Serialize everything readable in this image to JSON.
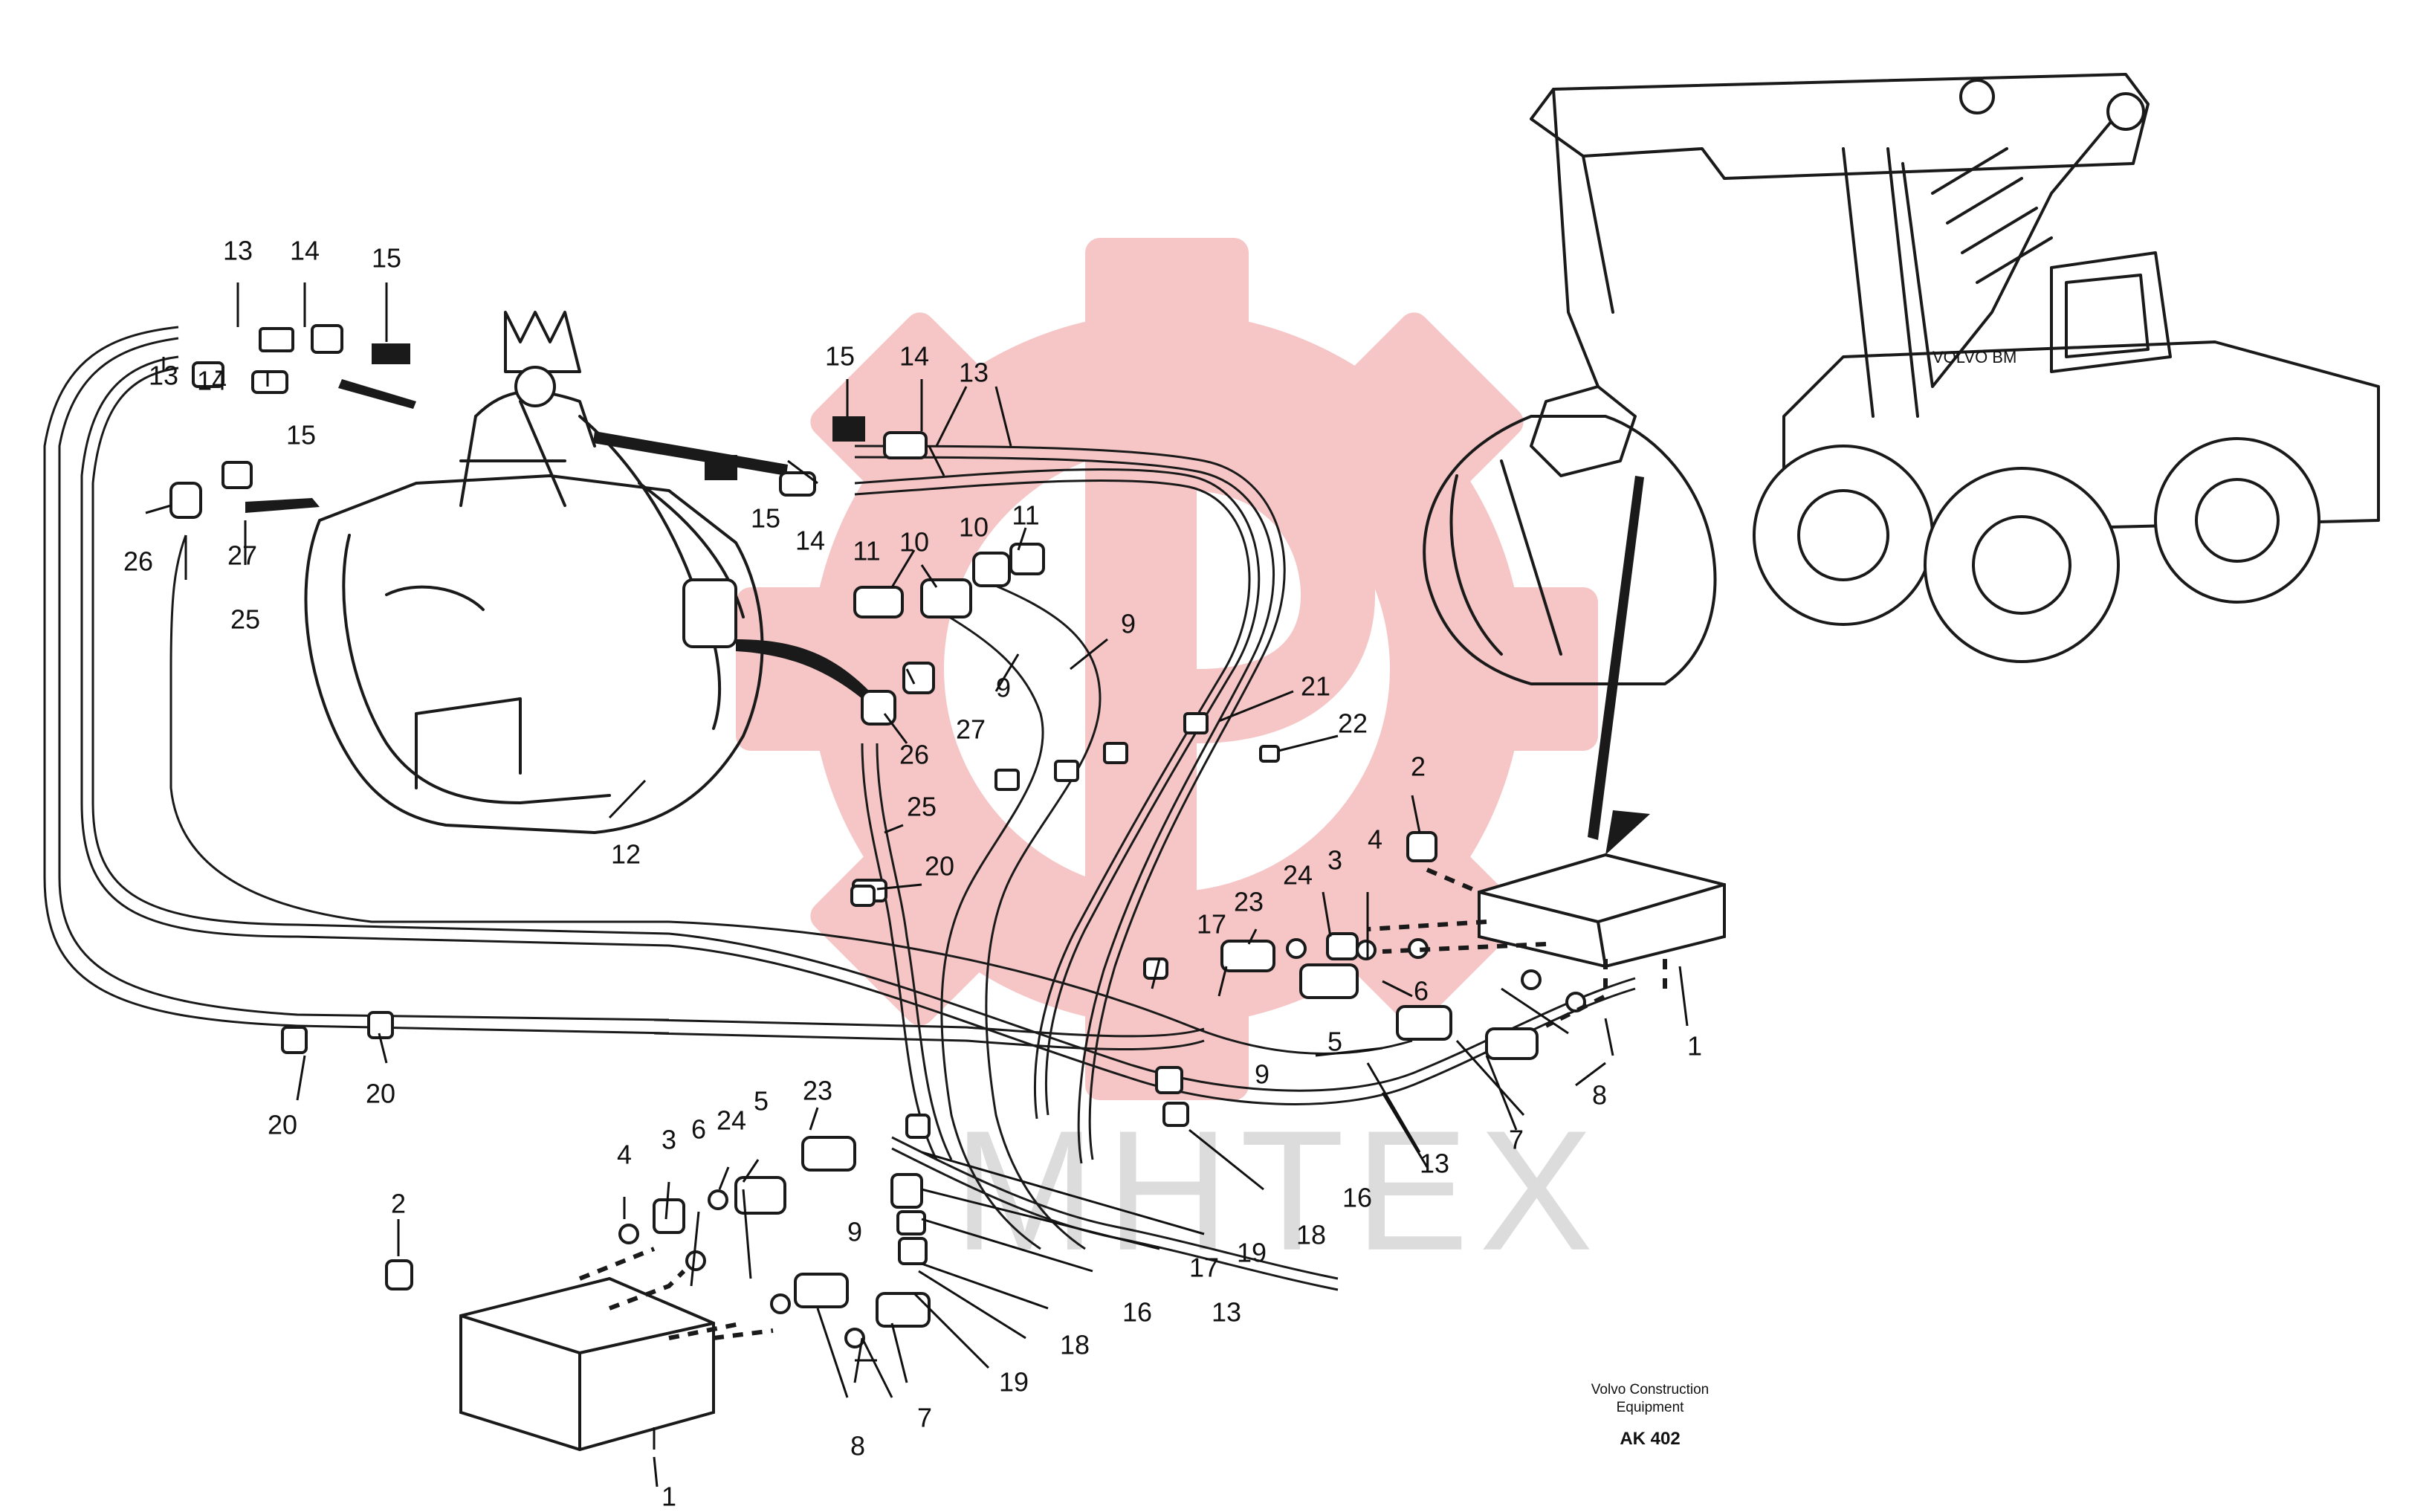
{
  "watermark": {
    "text": "MHTEX",
    "color": "#f6c6c6"
  },
  "caption": {
    "line1": "Volvo Construction",
    "line2": "Equipment",
    "code": "AK 402"
  },
  "callouts": [
    {
      "id": "c13a",
      "text": "13"
    },
    {
      "id": "c14a",
      "text": "14"
    },
    {
      "id": "c15a",
      "text": "15"
    },
    {
      "id": "c13b",
      "text": "13"
    },
    {
      "id": "c14b",
      "text": "14"
    },
    {
      "id": "c15b",
      "text": "15"
    },
    {
      "id": "c26a",
      "text": "26"
    },
    {
      "id": "c27a",
      "text": "27"
    },
    {
      "id": "c25a",
      "text": "25"
    },
    {
      "id": "c12",
      "text": "12"
    },
    {
      "id": "c15c",
      "text": "15"
    },
    {
      "id": "c14c",
      "text": "14"
    },
    {
      "id": "c13c",
      "text": "13"
    },
    {
      "id": "c15d",
      "text": "15"
    },
    {
      "id": "c14d",
      "text": "14"
    },
    {
      "id": "c10a",
      "text": "10"
    },
    {
      "id": "c11a",
      "text": "11"
    },
    {
      "id": "c11b",
      "text": "11"
    },
    {
      "id": "c10b",
      "text": "10"
    },
    {
      "id": "c9a",
      "text": "9"
    },
    {
      "id": "c9b",
      "text": "9"
    },
    {
      "id": "c27b",
      "text": "27"
    },
    {
      "id": "c26b",
      "text": "26"
    },
    {
      "id": "c25b",
      "text": "25"
    },
    {
      "id": "c20a",
      "text": "20"
    },
    {
      "id": "c21",
      "text": "21"
    },
    {
      "id": "c22",
      "text": "22"
    },
    {
      "id": "c20b",
      "text": "20"
    },
    {
      "id": "c20c",
      "text": "20"
    },
    {
      "id": "c2a",
      "text": "2"
    },
    {
      "id": "c4a",
      "text": "4"
    },
    {
      "id": "c3a",
      "text": "3"
    },
    {
      "id": "c24a",
      "text": "24"
    },
    {
      "id": "c23a",
      "text": "23"
    },
    {
      "id": "c17a",
      "text": "17"
    },
    {
      "id": "c6a",
      "text": "6"
    },
    {
      "id": "c5a",
      "text": "5"
    },
    {
      "id": "c9c",
      "text": "9"
    },
    {
      "id": "c1a",
      "text": "1"
    },
    {
      "id": "c8a",
      "text": "8"
    },
    {
      "id": "c7a",
      "text": "7"
    },
    {
      "id": "c13d",
      "text": "13"
    },
    {
      "id": "c16a",
      "text": "16"
    },
    {
      "id": "c18a",
      "text": "18"
    },
    {
      "id": "c19a",
      "text": "19"
    },
    {
      "id": "c2b",
      "text": "2"
    },
    {
      "id": "c4b",
      "text": "4"
    },
    {
      "id": "c3b",
      "text": "3"
    },
    {
      "id": "c24b",
      "text": "24"
    },
    {
      "id": "c6b",
      "text": "6"
    },
    {
      "id": "c5b",
      "text": "5"
    },
    {
      "id": "c23b",
      "text": "23"
    },
    {
      "id": "c9d",
      "text": "9"
    },
    {
      "id": "c17b",
      "text": "17"
    },
    {
      "id": "c13e",
      "text": "13"
    },
    {
      "id": "c16b",
      "text": "16"
    },
    {
      "id": "c18b",
      "text": "18"
    },
    {
      "id": "c19b",
      "text": "19"
    },
    {
      "id": "c8b",
      "text": "8"
    },
    {
      "id": "c7b",
      "text": "7"
    },
    {
      "id": "c1b",
      "text": "1"
    }
  ]
}
